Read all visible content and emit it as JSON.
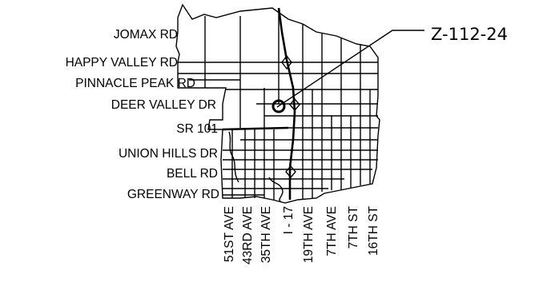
{
  "case_number": "Z-112-24",
  "east_west_roads": [
    "JOMAX RD",
    "HAPPY VALLEY RD",
    "PINNACLE PEAK RD",
    "DEER VALLEY DR",
    "SR 101",
    "UNION HILLS DR",
    "BELL RD",
    "GREENWAY RD"
  ],
  "north_south_roads": [
    "51ST AVE",
    "43RD AVE",
    "35TH AVE",
    "I - 17",
    "19TH AVE",
    "7TH AVE",
    "7TH ST",
    "16TH ST"
  ],
  "colors": {
    "ink": "#000000",
    "background": "#ffffff"
  },
  "marker": "site-circle"
}
